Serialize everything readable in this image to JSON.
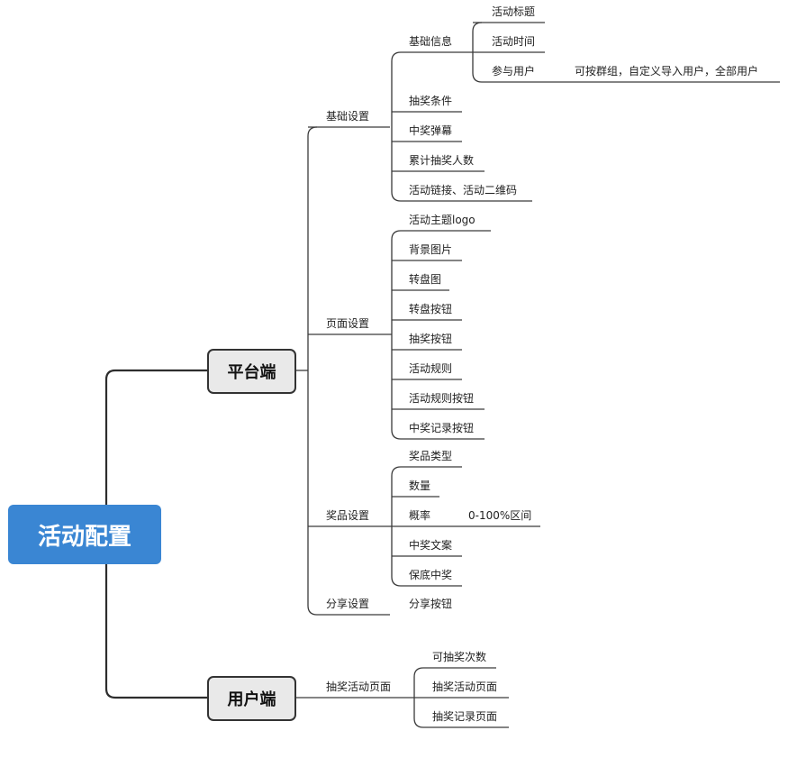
{
  "root": {
    "label": "活动配置",
    "color": "#3a86d3"
  },
  "platform": {
    "label": "平台端",
    "groups": {
      "basic": {
        "label": "基础设置",
        "info": {
          "label": "基础信息",
          "title": "活动标题",
          "time": "活动时间",
          "users": "参与用户",
          "users_note": "可按群组，自定义导入用户，全部用户"
        },
        "draw_condition": "抽奖条件",
        "barrage": "中奖弹幕",
        "draw_count": "累计抽奖人数",
        "link": "活动链接、活动二维码"
      },
      "page": {
        "label": "页面设置",
        "items": [
          "活动主题logo",
          "背景图片",
          "转盘图",
          "转盘按钮",
          "抽奖按钮",
          "活动规则",
          "活动规则按钮",
          "中奖记录按钮"
        ]
      },
      "prize": {
        "label": "奖品设置",
        "type": "奖品类型",
        "qty": "数量",
        "rate": "概率",
        "rate_note": "0-100%区间",
        "copy": "中奖文案",
        "guarantee": "保底中奖"
      },
      "share": {
        "label": "分享设置",
        "button": "分享按钮"
      }
    }
  },
  "user": {
    "label": "用户端",
    "page": {
      "label": "抽奖活动页面",
      "items": [
        "可抽奖次数",
        "抽奖活动页面",
        "抽奖记录页面"
      ]
    }
  }
}
